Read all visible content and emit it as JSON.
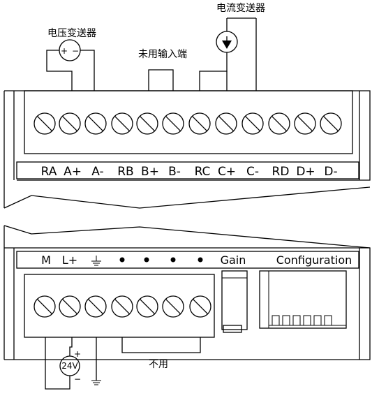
{
  "annotations": {
    "voltage_transmitter": "电压变送器",
    "current_transmitter": "电流变送器",
    "unused_input": "未用输入端",
    "not_used": "不用"
  },
  "upper_terminal_labels": [
    "RA",
    "A+",
    "A-",
    "RB",
    "B+",
    "B-",
    "RC",
    "C+",
    "C-",
    "RD",
    "D+",
    "D-"
  ],
  "lower_strip": {
    "m": "M",
    "l_plus": "L+",
    "ground": "⏚",
    "gain": "Gain",
    "configuration": "Configuration"
  },
  "power_supply": {
    "label": "24V",
    "plus": "+",
    "minus": "−"
  },
  "voltage_source_symbol": "+ −"
}
